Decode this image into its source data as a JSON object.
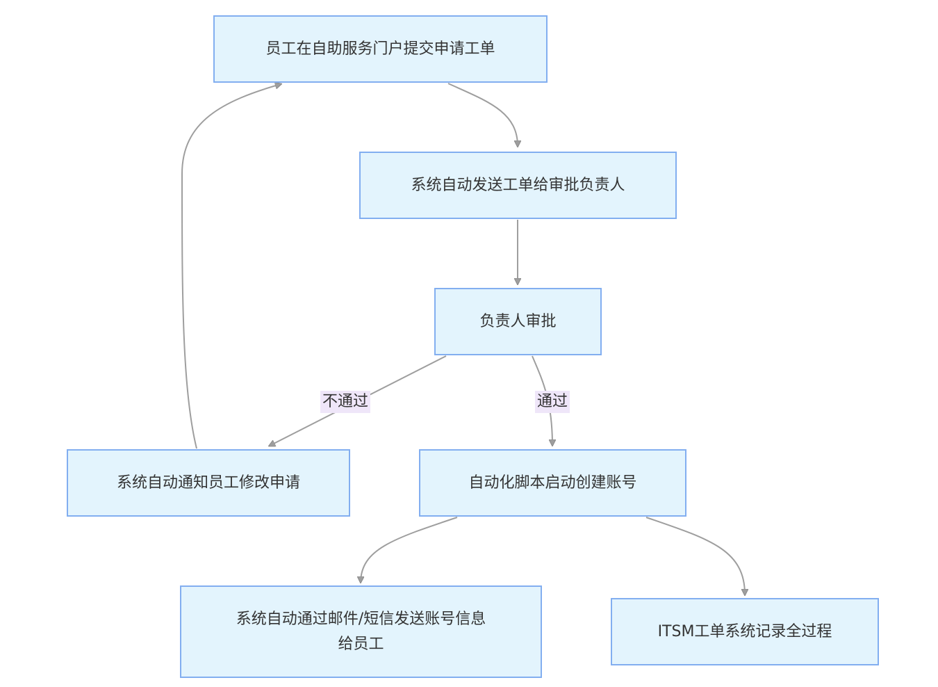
{
  "nodes": {
    "submit": "员工在自助服务门户提交申请工单",
    "send": "系统自动发送工单给审批负责人",
    "approve": "负责人审批",
    "notify": "系统自动通知员工修改申请",
    "create": "自动化脚本启动创建账号",
    "inform_line1": "系统自动通过邮件/短信发送账号信息",
    "inform_line2": "给员工",
    "record": "ITSM工单系统记录全过程"
  },
  "edge_labels": {
    "reject": "不通过",
    "pass": "通过"
  },
  "colors": {
    "node_fill": "#e3f4fd",
    "node_border": "#82aef0",
    "edge": "#9e9e9e",
    "label_bg": "#efe6f9"
  }
}
